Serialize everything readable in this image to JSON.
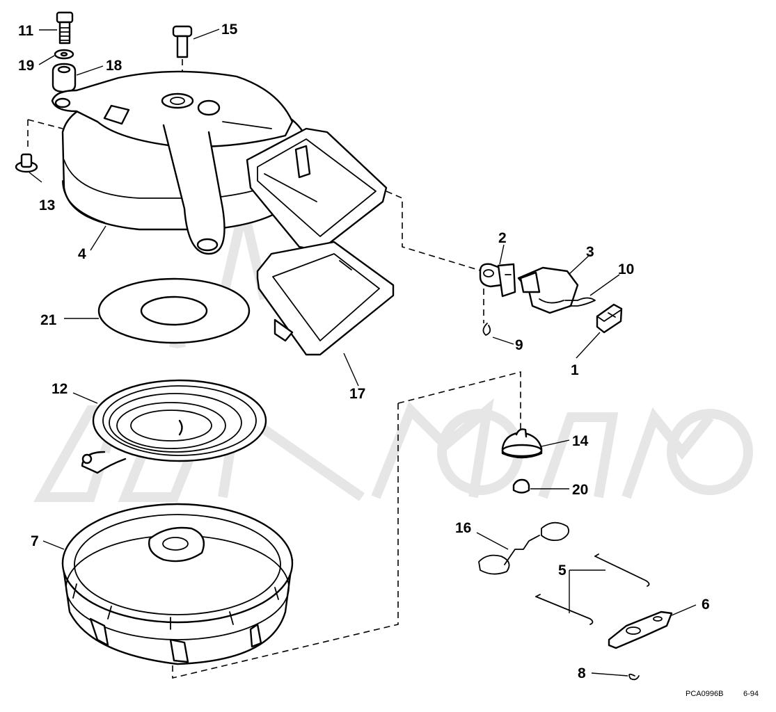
{
  "diagram": {
    "callouts": [
      {
        "id": "11",
        "label": "11"
      },
      {
        "id": "19",
        "label": "19"
      },
      {
        "id": "18",
        "label": "18"
      },
      {
        "id": "15",
        "label": "15"
      },
      {
        "id": "13",
        "label": "13"
      },
      {
        "id": "4",
        "label": "4"
      },
      {
        "id": "2",
        "label": "2"
      },
      {
        "id": "3",
        "label": "3"
      },
      {
        "id": "10",
        "label": "10"
      },
      {
        "id": "9",
        "label": "9"
      },
      {
        "id": "1",
        "label": "1"
      },
      {
        "id": "21",
        "label": "21"
      },
      {
        "id": "17",
        "label": "17"
      },
      {
        "id": "12",
        "label": "12"
      },
      {
        "id": "14",
        "label": "14"
      },
      {
        "id": "20",
        "label": "20"
      },
      {
        "id": "7",
        "label": "7"
      },
      {
        "id": "16",
        "label": "16"
      },
      {
        "id": "5",
        "label": "5"
      },
      {
        "id": "6",
        "label": "6"
      },
      {
        "id": "8",
        "label": "8"
      }
    ],
    "drawing_code": "PCA0996B",
    "date_code": "6-94"
  },
  "colors": {
    "line": "#000000",
    "background": "#ffffff",
    "watermark": "#e6e6e6"
  }
}
